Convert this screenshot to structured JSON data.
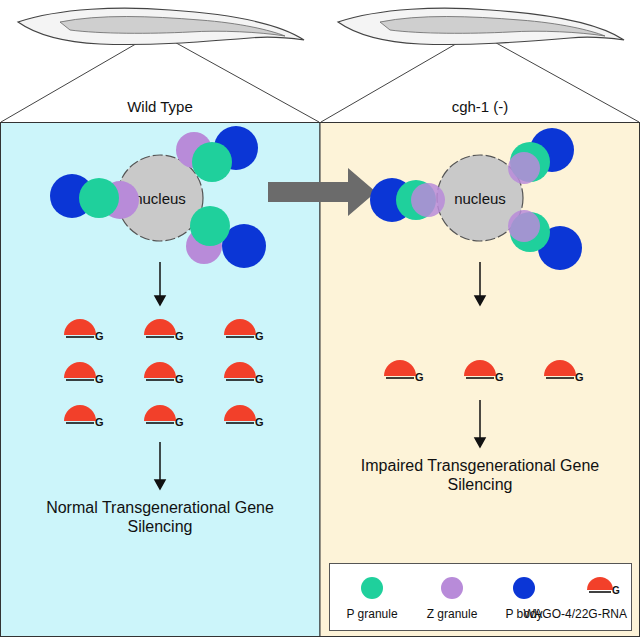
{
  "diagram": {
    "nodes": [
      {
        "text": [
          "nucleus"
        ]
      },
      {
        "text": [
          "nucleus"
        ]
      }
    ],
    "labels": [
      "Wild Type",
      "cgh-1 (-)",
      "G",
      "G",
      "G",
      "G",
      "G",
      "G",
      "G",
      "G",
      "G",
      "Normal Transgenerational Gene Silencing",
      "G",
      "G",
      "G",
      "Impaired Transgenerational Gene Silencing",
      "G"
    ],
    "legend": [
      {
        "text": "P granule",
        "color": "#1fd09c"
      },
      {
        "text": "Z granule",
        "color": "#b88bd9"
      },
      {
        "text": "P body",
        "color": "#0b36d6"
      },
      {
        "text": "WAGO-4/22G-RNA"
      }
    ]
  }
}
